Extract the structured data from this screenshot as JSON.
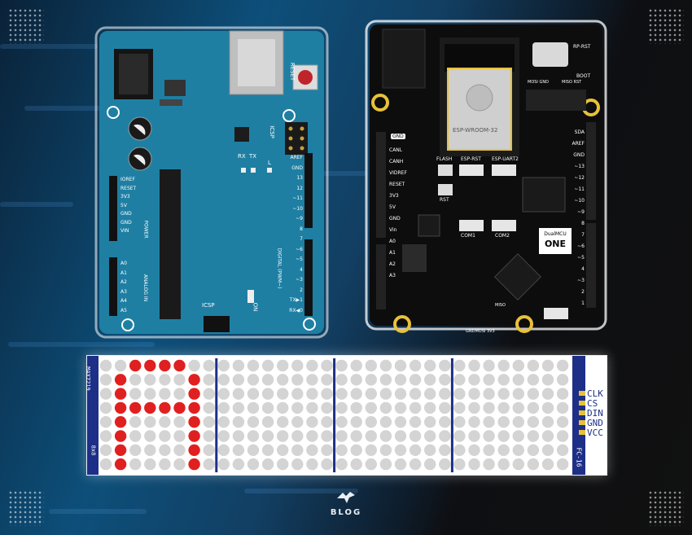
{
  "uno": {
    "reset": "RESET",
    "icsp": "ICSP",
    "icsp_bottom": "ICSP",
    "tx": "TX",
    "rx": "RX",
    "l": "L",
    "on": "ON",
    "left_pins": [
      "IOREF",
      "RESET",
      "3V3",
      "5V",
      "GND",
      "GND",
      "VIN"
    ],
    "power": "POWER",
    "analog_pins": [
      "A0",
      "A1",
      "A2",
      "A3",
      "A4",
      "A5"
    ],
    "analog_in": "ANALOG IN",
    "right_pins": [
      "AREF",
      "GND",
      "13",
      "12",
      "~11",
      "~10",
      "~9",
      "8",
      "7",
      "~6",
      "~5",
      "4",
      "~3",
      "2",
      "TX▶1",
      "RX◀0"
    ],
    "digital": "DIGITAL (PWM~)"
  },
  "dual": {
    "module": "ESP-WROOM-32",
    "flash": "FLASH",
    "rst": "RST",
    "esp_rst": "ESP-RST",
    "esp_uart2": "ESP-UART2",
    "com1": "COM1",
    "com2": "COM2",
    "gnd": "GND",
    "left_pins": [
      "CANL",
      "CANH",
      "VIDREF",
      "RESET",
      "3V3",
      "5V",
      "GND",
      "Vin",
      "A0",
      "A1",
      "A2",
      "A3"
    ],
    "right_pins": [
      "SDA",
      "AREF",
      "GND",
      "~13",
      "~12",
      "~11",
      "~10",
      "~9",
      "8",
      "7",
      "~6",
      "~5",
      "4",
      "~3",
      "2",
      "1"
    ],
    "logo_top": "DualMCU",
    "logo_bottom": "ONE",
    "rp_rst": "RP-RST",
    "boot": "BOOT",
    "mosi_gnd": "MOSI GND",
    "miso_rst": "MISO RST",
    "miso": "MISO",
    "gnd_mosi": "GNDMOSI 3V3"
  },
  "matrix": {
    "chip": "MAX7219",
    "pins": [
      "CLK",
      "CS",
      "DIN",
      "GND",
      "VCC"
    ],
    "code": "FC-16",
    "left_code": "8x8",
    "rows": 8,
    "cols": 32,
    "lit_color": "#e02020",
    "unlit_color": "#d4d4d4",
    "lit": [
      [
        0,
        2
      ],
      [
        0,
        3
      ],
      [
        0,
        4
      ],
      [
        0,
        5
      ],
      [
        1,
        1
      ],
      [
        1,
        6
      ],
      [
        2,
        1
      ],
      [
        2,
        6
      ],
      [
        3,
        1
      ],
      [
        3,
        2
      ],
      [
        3,
        3
      ],
      [
        3,
        4
      ],
      [
        3,
        5
      ],
      [
        3,
        6
      ],
      [
        4,
        1
      ],
      [
        4,
        6
      ],
      [
        5,
        1
      ],
      [
        5,
        6
      ],
      [
        6,
        1
      ],
      [
        6,
        6
      ],
      [
        7,
        1
      ],
      [
        7,
        6
      ]
    ]
  },
  "footer": {
    "blog": "BLOG"
  },
  "colors": {
    "uno_board": "#1e7fa3",
    "dual_board": "#0d0d0d",
    "accent_yellow": "#e8c13a",
    "matrix_navy": "#1d2f86"
  }
}
